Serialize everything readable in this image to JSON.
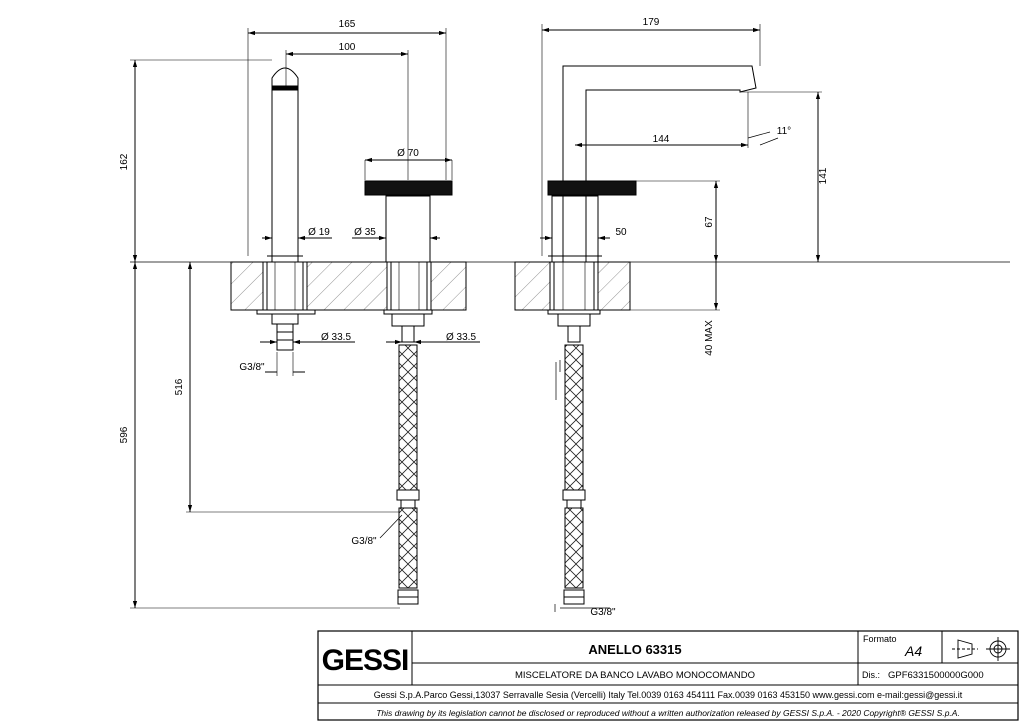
{
  "dimensions": {
    "d165": "165",
    "d100": "100",
    "d162": "162",
    "d596": "596",
    "d516": "516",
    "dia70": "Ø 70",
    "dia19": "Ø 19",
    "dia35": "Ø 35",
    "dia33_left": "Ø 33.5",
    "dia33_right": "Ø 33.5",
    "g38_left": "G3/8\"",
    "g38_hose": "G3/8\"",
    "g38_side": "G3/8\"",
    "d179": "179",
    "d144": "144",
    "d11deg": "11°",
    "d141": "141",
    "d67": "67",
    "d50": "50",
    "d40max": "40 MAX"
  },
  "title_block": {
    "logo": "GESSI",
    "product_name": "ANELLO 63315",
    "description": "MISCELATORE DA BANCO LAVABO MONOCOMANDO",
    "formato_label": "Formato",
    "formato_value": "A4",
    "dis_label": "Dis.:",
    "dis_value": "GPF6331500000G000",
    "company_line": "Gessi S.p.A.Parco Gessi,13037 Serravalle Sesia (Vercelli) Italy Tel.0039 0163 454111 Fax.0039 0163 453150 www.gessi.com e-mail:gessi@gessi.it",
    "legal_line": "This drawing by its legislation cannot be disclosed or reproduced without a written authorization released by GESSI S.p.A. - 2020 Copyright® GESSI S.p.A."
  }
}
